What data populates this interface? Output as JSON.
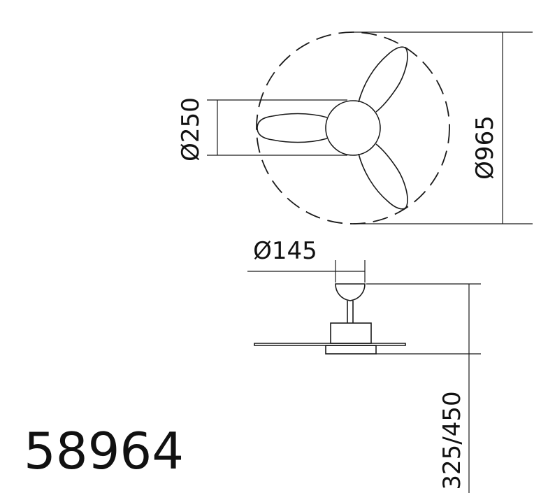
{
  "model_number": "58964",
  "dimensions": {
    "blade_diameter": "Ø965",
    "motor_diameter": "Ø250",
    "canopy_diameter": "Ø145",
    "height": "325/450"
  },
  "colors": {
    "line": "#1a1a1a",
    "background": "#ffffff"
  }
}
